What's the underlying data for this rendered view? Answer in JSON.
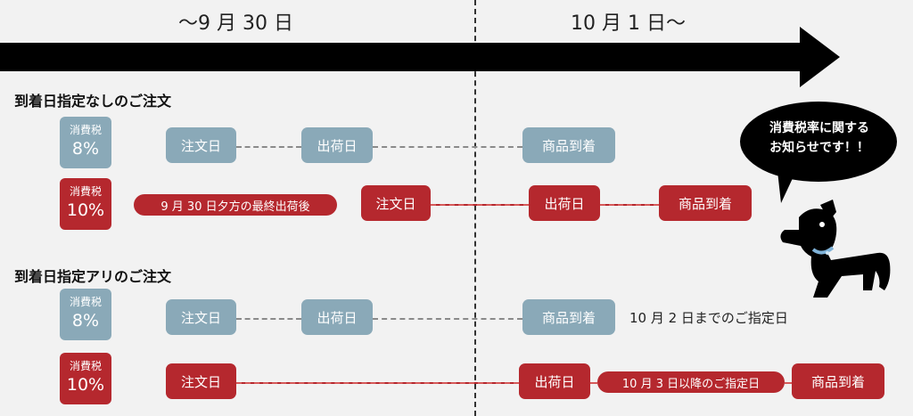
{
  "periods": {
    "before": "〜9 月 30 日",
    "after": "10 月 1 日〜"
  },
  "bubble": {
    "line1": "消費税率に関する",
    "line2": "お知らせです！！"
  },
  "sections": {
    "none": {
      "title": "到着日指定なしのご注文",
      "row8": {
        "tax_label": "消費税",
        "rate": "8%",
        "order": "注文日",
        "ship": "出荷日",
        "arrive": "商品到着"
      },
      "row10": {
        "tax_label": "消費税",
        "rate": "10%",
        "note": "9 月 30 日夕方の最終出荷後",
        "order": "注文日",
        "ship": "出荷日",
        "arrive": "商品到着"
      }
    },
    "with": {
      "title": "到着日指定アリのご注文",
      "row8": {
        "tax_label": "消費税",
        "rate": "8%",
        "order": "注文日",
        "ship": "出荷日",
        "arrive": "商品到着",
        "note": "10 月 2 日までのご指定日"
      },
      "row10": {
        "tax_label": "消費税",
        "rate": "10%",
        "order": "注文日",
        "ship": "出荷日",
        "note": "10 月 3 日以降のご指定日",
        "arrive": "商品到着"
      }
    }
  },
  "colors": {
    "tax8": "#8aa9b8",
    "tax10": "#b5282e",
    "arrow": "#000000",
    "background": "#f2f2f2"
  }
}
